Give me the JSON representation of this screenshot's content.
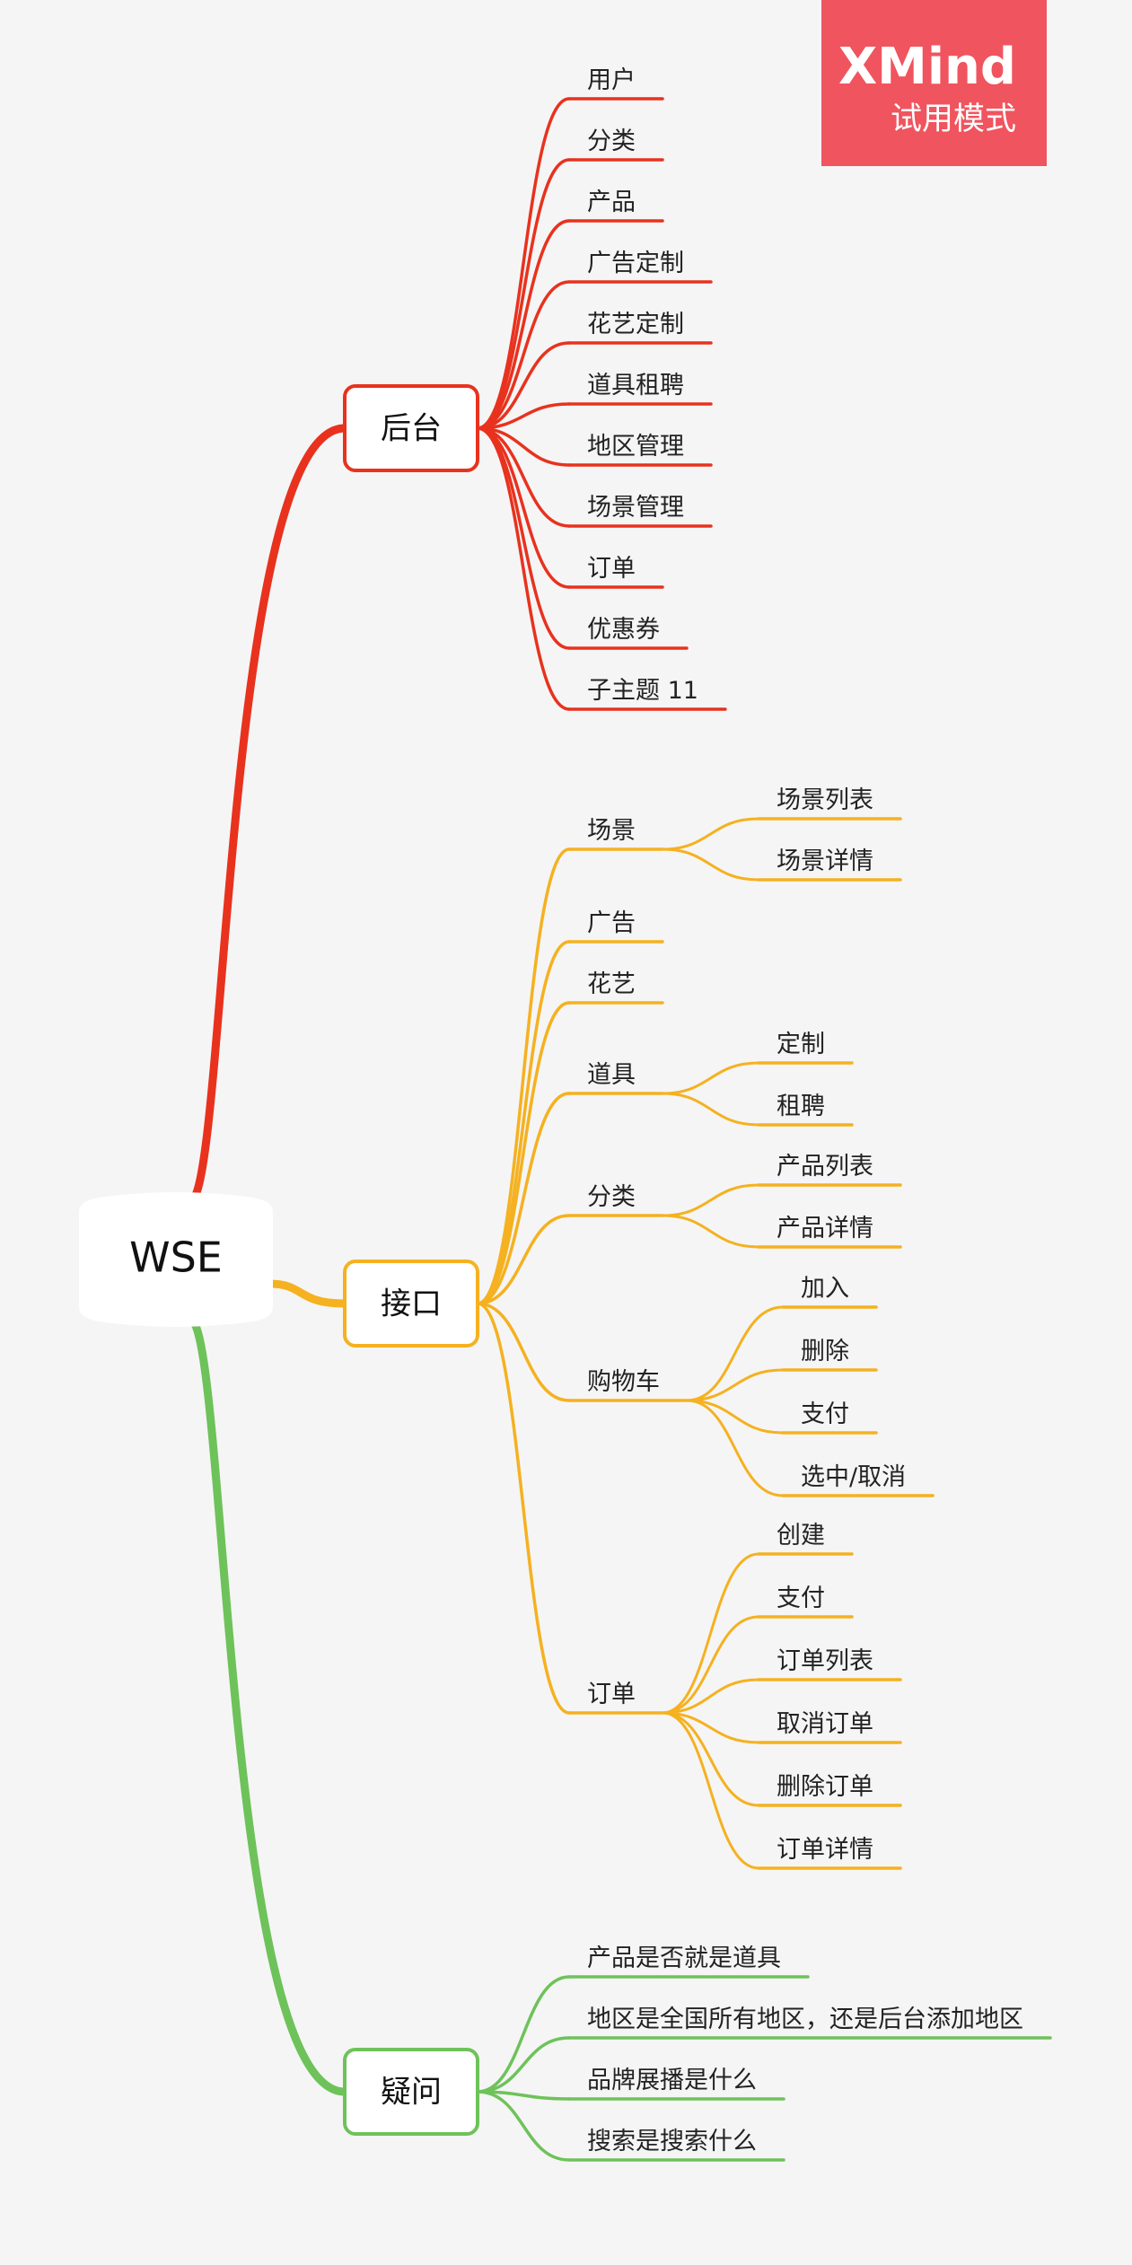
{
  "root": {
    "label": "WSE"
  },
  "watermark": {
    "title": "XMind",
    "subtitle": "试用模式"
  },
  "colors": {
    "backend": "#e8321e",
    "api": "#f5b120",
    "questions": "#6ec25a",
    "background": "#f5f5f5",
    "watermark": "#f0545e"
  },
  "branches": [
    {
      "id": "backend",
      "label": "后台",
      "children": [
        {
          "label": "用户"
        },
        {
          "label": "分类"
        },
        {
          "label": "产品"
        },
        {
          "label": "广告定制"
        },
        {
          "label": "花艺定制"
        },
        {
          "label": "道具租聘"
        },
        {
          "label": "地区管理"
        },
        {
          "label": "场景管理"
        },
        {
          "label": "订单"
        },
        {
          "label": "优惠券"
        },
        {
          "label": "子主题 11"
        }
      ]
    },
    {
      "id": "api",
      "label": "接口",
      "children": [
        {
          "label": "场景",
          "children": [
            {
              "label": "场景列表"
            },
            {
              "label": "场景详情"
            }
          ]
        },
        {
          "label": "广告"
        },
        {
          "label": "花艺"
        },
        {
          "label": "道具",
          "children": [
            {
              "label": "定制"
            },
            {
              "label": "租聘"
            }
          ]
        },
        {
          "label": "分类",
          "children": [
            {
              "label": "产品列表"
            },
            {
              "label": "产品详情"
            }
          ]
        },
        {
          "label": "购物车",
          "children": [
            {
              "label": "加入"
            },
            {
              "label": "删除"
            },
            {
              "label": "支付"
            },
            {
              "label": "选中/取消"
            }
          ]
        },
        {
          "label": "订单",
          "children": [
            {
              "label": "创建"
            },
            {
              "label": "支付"
            },
            {
              "label": "订单列表"
            },
            {
              "label": "取消订单"
            },
            {
              "label": "删除订单"
            },
            {
              "label": "订单详情"
            }
          ]
        }
      ]
    },
    {
      "id": "questions",
      "label": "疑问",
      "children": [
        {
          "label": "产品是否就是道具"
        },
        {
          "label": "地区是全国所有地区，还是后台添加地区"
        },
        {
          "label": "品牌展播是什么"
        },
        {
          "label": "搜索是搜索什么"
        }
      ]
    }
  ]
}
